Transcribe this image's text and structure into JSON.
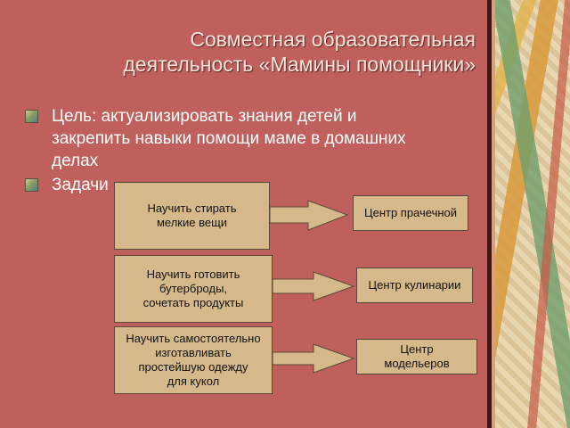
{
  "title": {
    "line1": "Совместная образовательная",
    "line2": "деятельность «Мамины помощники»"
  },
  "bullets": [
    {
      "lines": [
        "Цель: актуализировать знания детей и",
        "закрепить навыки помощи маме в домашних",
        "делах"
      ]
    },
    {
      "lines": [
        "Задачи"
      ]
    }
  ],
  "tasks": [
    {
      "lines": [
        "Научить стирать",
        "мелкие вещи"
      ]
    },
    {
      "lines": [
        "Научить готовить",
        "бутерброды,",
        "сочетать продукты"
      ]
    },
    {
      "lines": [
        "Научить самостоятельно",
        "изготавливать",
        "простейшую одежду",
        "для кукол"
      ]
    }
  ],
  "centers": [
    {
      "lines": [
        "Центр прачечной"
      ]
    },
    {
      "lines": [
        "Центр кулинарии"
      ]
    },
    {
      "lines": [
        "Центр",
        "модельеров"
      ]
    }
  ],
  "colors": {
    "background": "#c0605c",
    "box_fill": "#d6b98a",
    "title_text": "#fbe6dc"
  }
}
